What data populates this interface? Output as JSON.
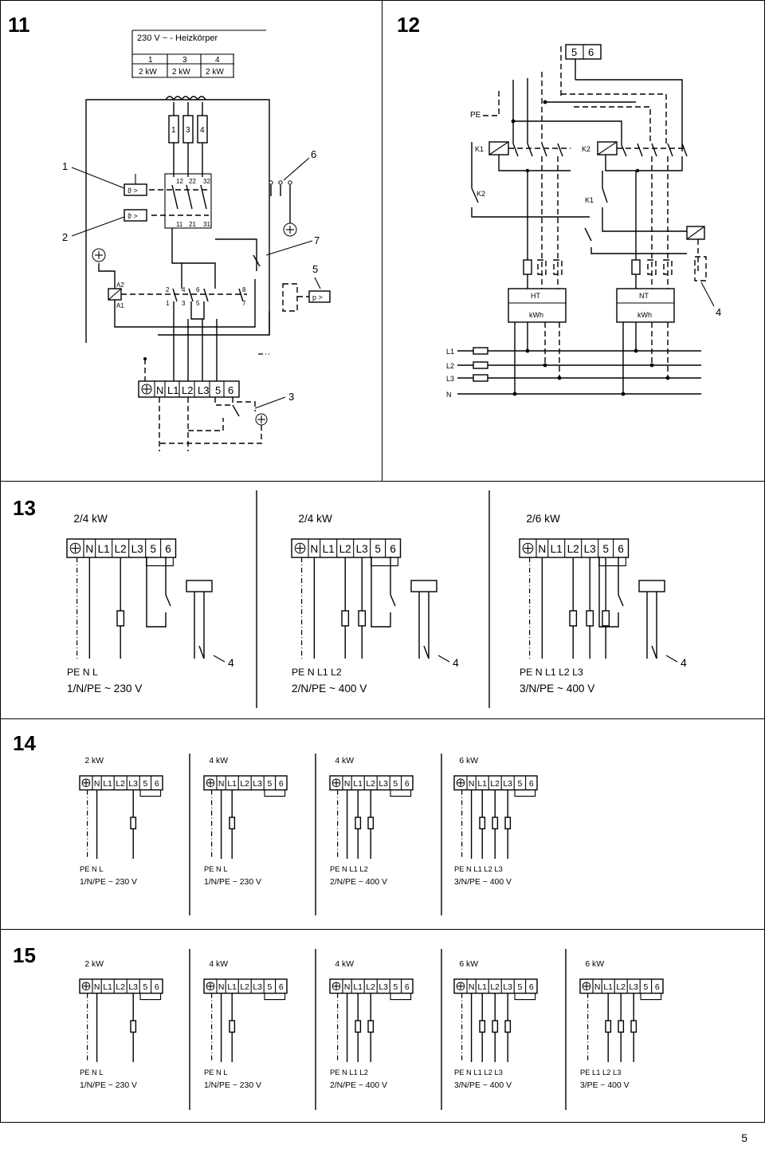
{
  "panels": {
    "p11": {
      "number": "11",
      "table_title": "230 V ~ - Heizkörper",
      "table_head": [
        "1",
        "3",
        "4"
      ],
      "table_row": [
        "2 kW",
        "2 kW",
        "2 kW"
      ],
      "heaters": [
        "1",
        "3",
        "4"
      ],
      "callouts": [
        "1",
        "2",
        "3",
        "5",
        "6",
        "7"
      ],
      "contacts_top": [
        "12",
        "22",
        "32"
      ],
      "contacts_bottom": [
        "11",
        "21",
        "31"
      ],
      "coil": [
        "A2",
        "A1"
      ],
      "switch_labels": [
        "2",
        "4",
        "6",
        "8",
        "1",
        "3",
        "5",
        "7"
      ],
      "pressure_symbol": "p >",
      "terminals": [
        "N",
        "L1",
        "L2",
        "L3",
        "5",
        "6"
      ]
    },
    "p12": {
      "number": "12",
      "top_terminals": [
        "5",
        "6"
      ],
      "pe": "PE",
      "relays": [
        "K1",
        "K2"
      ],
      "aux": [
        "K2",
        "K1"
      ],
      "meters": [
        {
          "tariff": "HT",
          "unit": "kWh"
        },
        {
          "tariff": "NT",
          "unit": "kWh"
        }
      ],
      "lines": [
        "L1",
        "L2",
        "L3",
        "N"
      ],
      "callout": "4"
    },
    "p13": {
      "number": "13",
      "terminals": [
        "N",
        "L1",
        "L2",
        "L3",
        "5",
        "6"
      ],
      "variants": [
        {
          "power": "2/4 kW",
          "conductors": "PE  N   L",
          "supply": "1/N/PE ~ 230 V",
          "callout": "4"
        },
        {
          "power": "2/4 kW",
          "conductors": "PE  N  L1 L2",
          "supply": "2/N/PE ~ 400 V",
          "callout": "4"
        },
        {
          "power": "2/6 kW",
          "conductors": "PE  N  L1 L2 L3",
          "supply": "3/N/PE ~ 400 V",
          "callout": "4"
        }
      ]
    },
    "p14": {
      "number": "14",
      "terminals": [
        "N",
        "L1",
        "L2",
        "L3",
        "5",
        "6"
      ],
      "variants": [
        {
          "power": "2 kW",
          "conductors": "PE  N        L",
          "supply": "1/N/PE ~ 230 V"
        },
        {
          "power": "4 kW",
          "conductors": "PE  N    L",
          "supply": "1/N/PE ~ 230 V"
        },
        {
          "power": "4 kW",
          "conductors": "PE  N  L1 L2",
          "supply": "2/N/PE ~ 400 V"
        },
        {
          "power": "6 kW",
          "conductors": "PE  N  L1 L2 L3",
          "supply": "3/N/PE ~ 400 V"
        }
      ]
    },
    "p15": {
      "number": "15",
      "terminals": [
        "N",
        "L1",
        "L2",
        "L3",
        "5",
        "6"
      ],
      "variants": [
        {
          "power": "2 kW",
          "conductors": "PE  N        L",
          "supply": "1/N/PE ~ 230 V"
        },
        {
          "power": "4 kW",
          "conductors": "PE  N    L",
          "supply": "1/N/PE ~ 230 V"
        },
        {
          "power": "4 kW",
          "conductors": "PE  N  L1 L2",
          "supply": "2/N/PE ~ 400 V"
        },
        {
          "power": "6 kW",
          "conductors": "PE  N  L1 L2 L3",
          "supply": "3/N/PE ~ 400 V"
        },
        {
          "power": "6 kW",
          "conductors": "PE        L1 L2 L3",
          "supply": "3/PE ~ 400 V"
        }
      ]
    }
  },
  "page_number": "5"
}
